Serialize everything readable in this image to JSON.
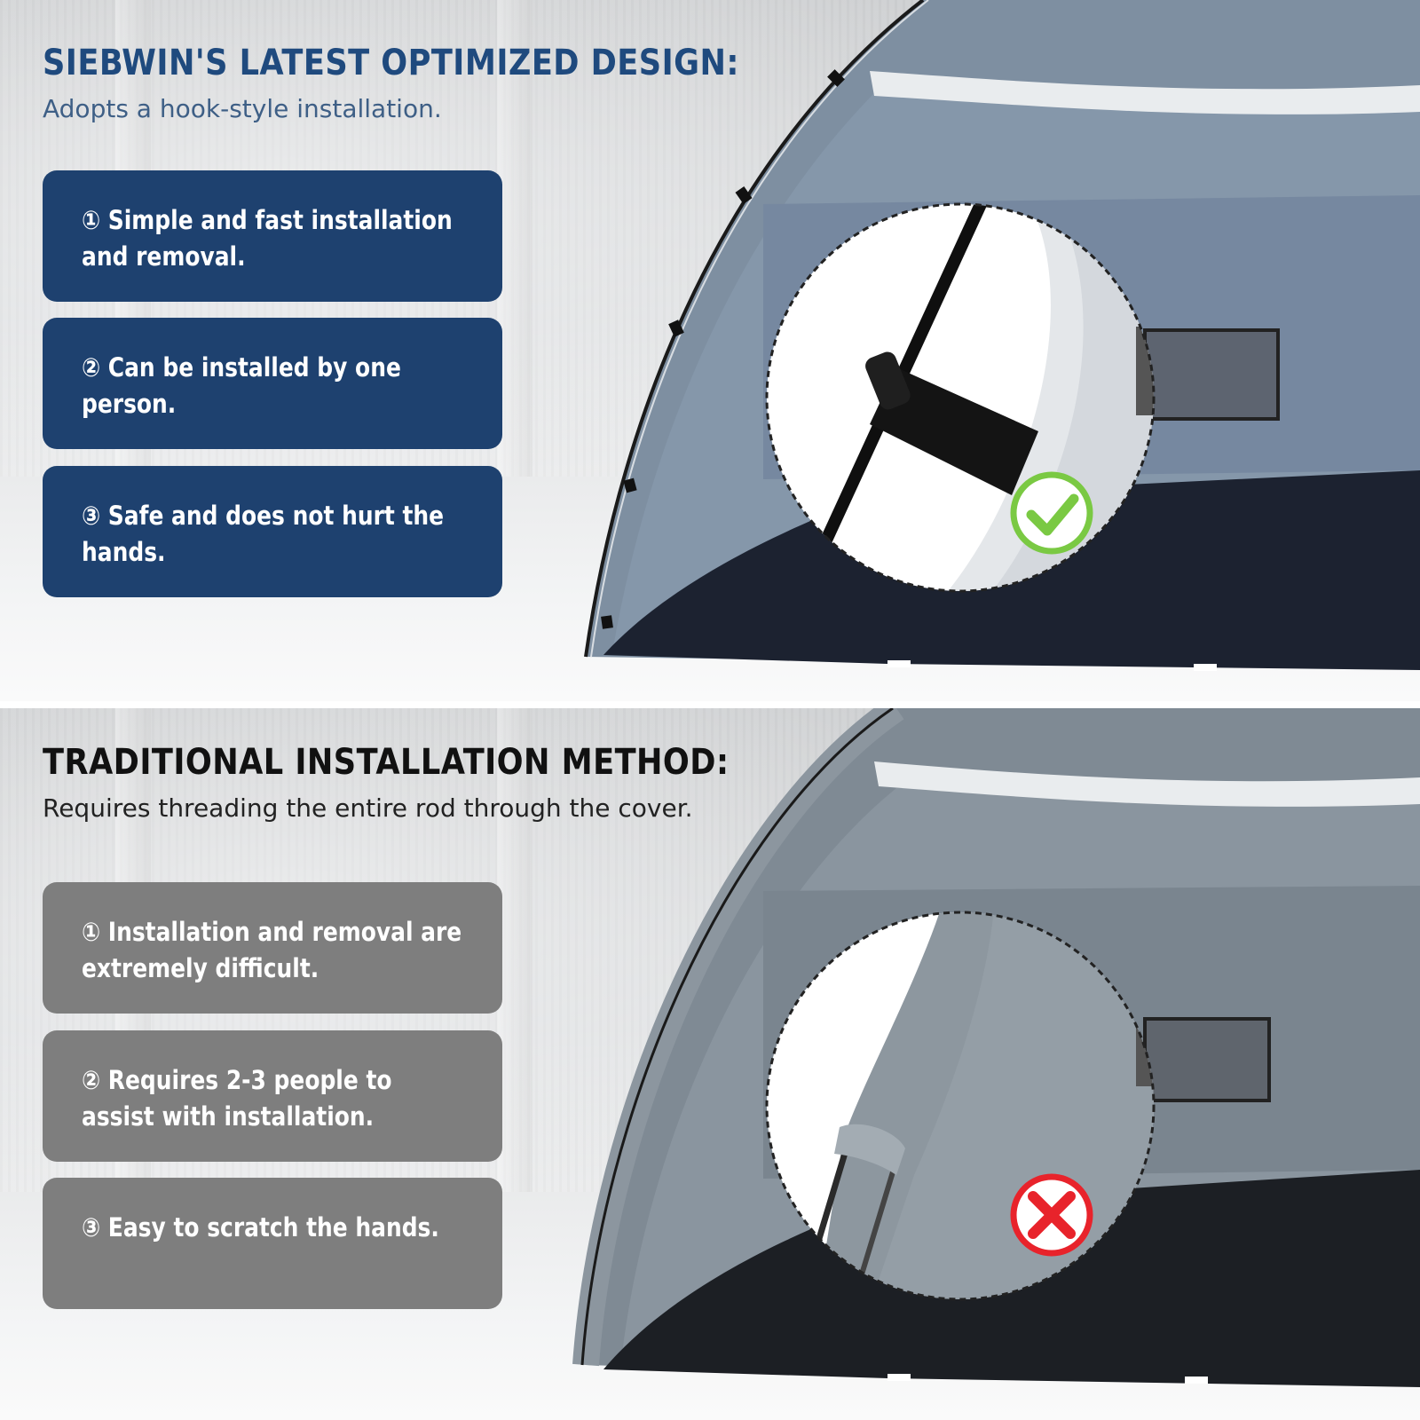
{
  "optimized": {
    "title": "SIEBWIN'S LATEST OPTIMIZED DESIGN:",
    "subtitle": "Adopts a hook-style installation.",
    "features": [
      {
        "text": "① Simple and fast installation and removal."
      },
      {
        "text": "② Can be installed by one person."
      },
      {
        "text": "③ Safe and does not hurt the hands."
      }
    ],
    "badge_icon": "checkmark-icon",
    "badge_color": "#7ac943",
    "card_color": "#1e416f"
  },
  "traditional": {
    "title": "TRADITIONAL INSTALLATION METHOD:",
    "subtitle": "Requires threading the entire rod through the cover.",
    "features": [
      {
        "text": "① Installation and removal are extremely difficult."
      },
      {
        "text": "② Requires 2-3 people to assist with installation."
      },
      {
        "text": "③ Easy to scratch the hands."
      }
    ],
    "badge_icon": "cross-icon",
    "badge_color": "#e8232b",
    "card_color": "#7e7e7e"
  }
}
